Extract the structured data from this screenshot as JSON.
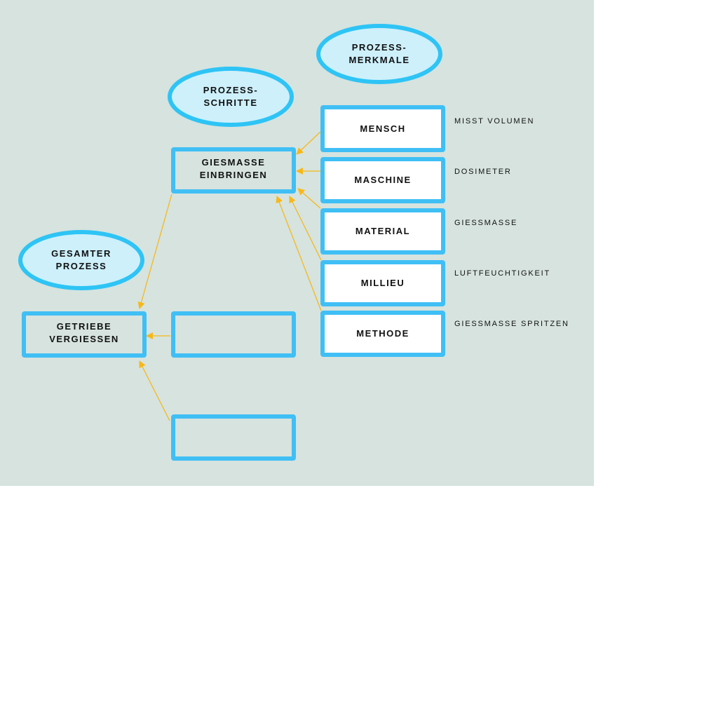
{
  "colors": {
    "background": "#d6e3df",
    "box_border": "#40bff5",
    "ellipse_fill": "#cdf0fb",
    "ellipse_border": "#2ec4f5",
    "arrow": "#f7b818"
  },
  "ellipses": {
    "prozess_merkmale": "PROZESS-\nMERKMALE",
    "prozess_schritte": "PROZESS-\nSCHRITTE",
    "gesamter_prozess": "GESAMTER\nPROZESS"
  },
  "steps": {
    "giessmasse_einbringen": "GIESMASSE\nEINBRINGEN",
    "getriebe_vergiessen": "GETRIEBE\nVERGIESSEN"
  },
  "features": [
    {
      "name": "MENSCH",
      "note": "MISST VOLUMEN"
    },
    {
      "name": "MASCHINE",
      "note": "DOSIMETER"
    },
    {
      "name": "MATERIAL",
      "note": "GIESSMASSE"
    },
    {
      "name": "MILLIEU",
      "note": "LUFTFEUCHTIGKEIT"
    },
    {
      "name": "METHODE",
      "note": "GIESSMASSE SPRITZEN"
    }
  ]
}
